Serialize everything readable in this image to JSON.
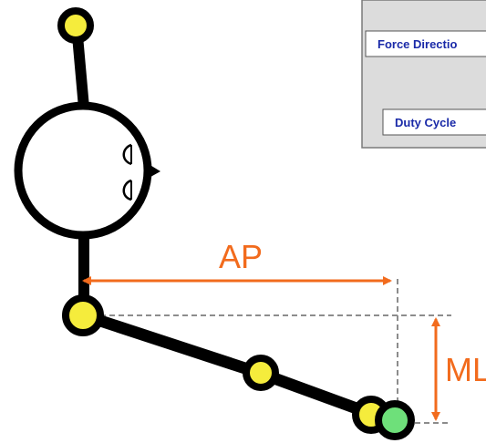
{
  "diagram": {
    "ap_label": "AP",
    "ml_label": "ML"
  },
  "panel": {
    "force_direction_label": "Force Directio",
    "duty_cycle_label": "Duty Cycle"
  },
  "colors": {
    "joint_fill": "#f5ec3c",
    "end_joint_fill": "#6ee07a",
    "limb": "#000000",
    "dimension": "#f26b1d",
    "guide_dashed": "#8c8c8c",
    "panel_bg": "#dcdcdc",
    "button_text": "#1a2aa8"
  }
}
